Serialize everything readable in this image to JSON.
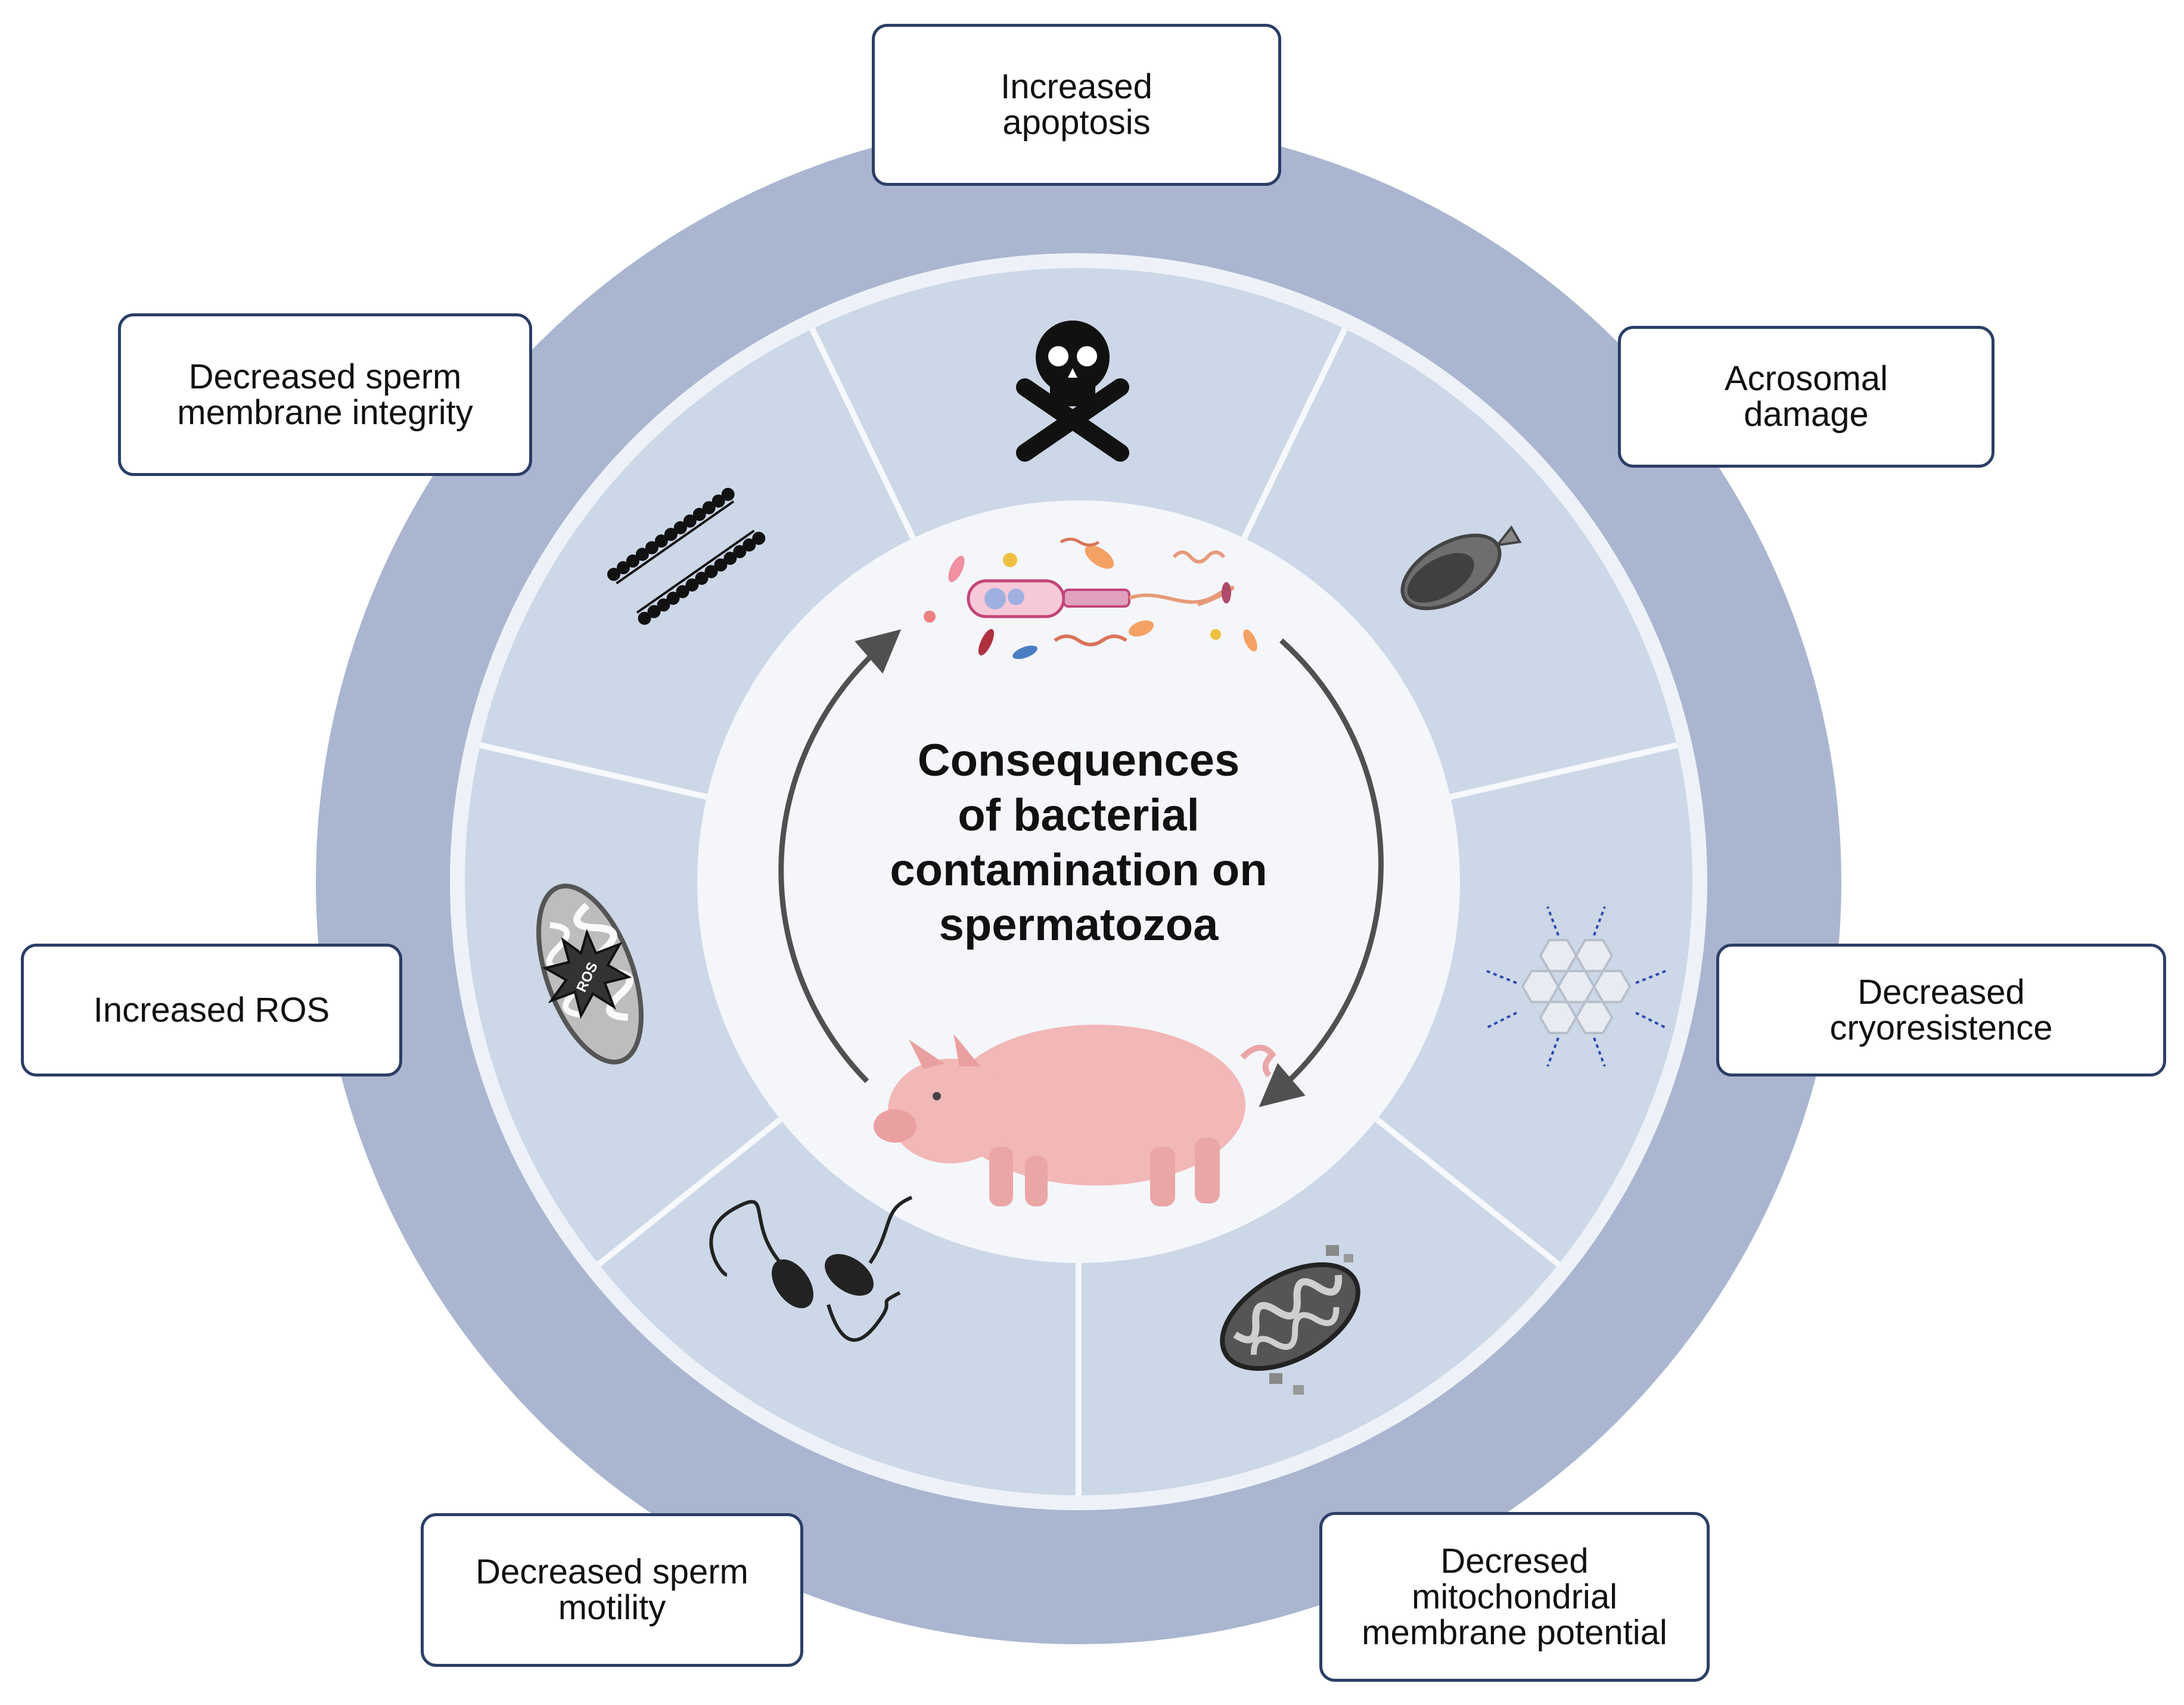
{
  "title": "Consequences\nof bacterial\ncontamination on\nspermatozoa",
  "consequences": [
    {
      "label": "Increased\napoptosis",
      "icon": "skull-crossbones-icon"
    },
    {
      "label": "Acrosomal\ndamage",
      "icon": "sperm-head-acrosome-icon"
    },
    {
      "label": "Decreased\ncryoresistence",
      "icon": "ice-crystal-icon"
    },
    {
      "label": "Decresed\nmitochondrial\nmembrane potential",
      "icon": "damaged-mitochondrion-icon"
    },
    {
      "label": "Decreased sperm\nmotility",
      "icon": "immotile-sperm-icon"
    },
    {
      "label": "Increased  ROS",
      "icon": "mitochondrion-ros-icon"
    },
    {
      "label": "Decreased sperm\nmembrane integrity",
      "icon": "lipid-bilayer-icon"
    }
  ],
  "center": {
    "icons": [
      "bacteria-and-sperm-icon",
      "pig-icon"
    ],
    "ros_label": "ROS"
  },
  "colors": {
    "outer_ring": "#aab6d0",
    "segments": "#ccd7e7",
    "segment_dividers": "#f6f8fc",
    "center_disc": "#f4f6fa",
    "box_border": "#2b3e66",
    "arrows": "#505050",
    "pig": "#f2b7b7"
  }
}
